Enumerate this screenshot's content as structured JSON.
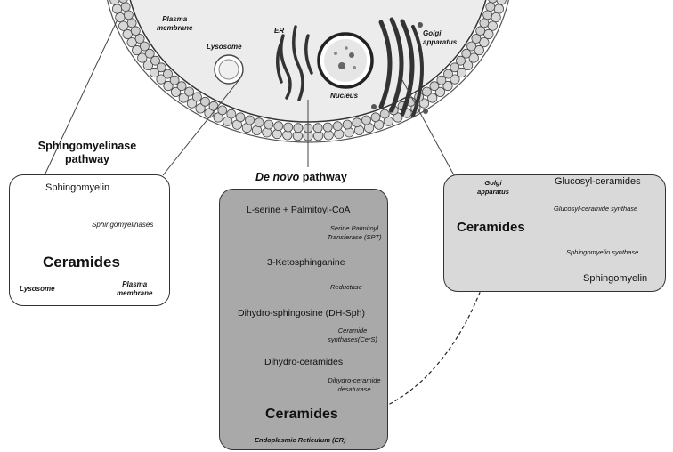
{
  "cell": {
    "plasma_membrane_label": "Plasma\nmembrane",
    "lysosome_label": "Lysosome",
    "er_label": "ER",
    "nucleus_label": "Nucleus",
    "golgi_label": "Golgi\napparatus"
  },
  "sphingomyelinase": {
    "title": "Sphingomyelinase\npathway",
    "substrate": "Sphingomyelin",
    "enzyme": "Sphingomyelinases",
    "product": "Ceramides",
    "location_left": "Lysosome",
    "location_right": "Plasma\nmembrane"
  },
  "de_novo": {
    "title_italic": "De novo",
    "title_rest": " pathway",
    "step1": "L-serine + Palmitoyl-CoA",
    "enzyme1": "Serine Palmitoyl\nTransferase (SPT)",
    "step2": "3-Ketosphinganine",
    "enzyme2": "Reductase",
    "step3": "Dihydro-sphingosine (DH-Sph)",
    "enzyme3": "Ceramide\nsynthases(CerS)",
    "step4": "Dihydro-ceramides",
    "enzyme4": "Dihydro-ceramide\ndesaturase",
    "product": "Ceramides",
    "location": "Endoplasmic Reticulum (ER)"
  },
  "golgi": {
    "location": "Golgi\napparatus",
    "source": "Ceramides",
    "product1": "Glucosyl-ceramides",
    "enzyme1": "Glucosyl-ceramide synthase",
    "enzyme2": "Sphingomyelin synthase",
    "product2": "Sphingomyelin"
  },
  "colors": {
    "de_novo_box": "#a9a9a9",
    "golgi_box": "#d9d9d9",
    "sphingomyelinase_box": "#ffffff",
    "cell_interior": "#ececec"
  }
}
